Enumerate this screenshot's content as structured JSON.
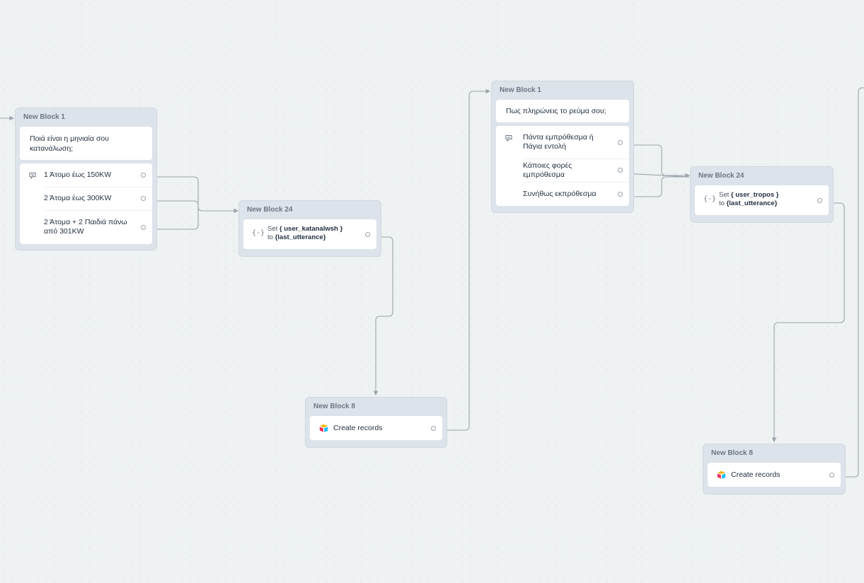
{
  "blocks": {
    "b1": {
      "title": "New Block 1",
      "speak": "Ποιά είναι η μηνιαία σου κατανάλωση;",
      "choices": [
        "1 Άτομο έως 150KW",
        "2 Άτομα έως 300KW",
        "2 Άτομα + 2 Παιδιά πάνω από 301KW"
      ]
    },
    "b24a": {
      "title": "New Block 24",
      "set_label": "Set",
      "variable": "{ user_katanalwsh }",
      "to_label": "to",
      "value": "{last_utterance}"
    },
    "b8a": {
      "title": "New Block 8",
      "action": "Create records"
    },
    "b1b": {
      "title": "New Block 1",
      "speak": "Πως πληρώνεις το ρεύμα σου;",
      "choices": [
        "Πάντα εμπρόθεσμα ή Πάγια εντολή",
        "Κάποιες φορές εμπρόθεσμα",
        "Συνήθως εκπρόθεσμα"
      ]
    },
    "b24b": {
      "title": "New Block 24",
      "set_label": "Set",
      "variable": "{ user_tropos }",
      "to_label": "to",
      "value": "{last_utterance}"
    },
    "b8b": {
      "title": "New Block 8",
      "action": "Create records"
    }
  },
  "icons": {
    "choice": "choice-icon",
    "set": "set-variable-icon",
    "airtable": "airtable-icon",
    "set_glyph": "{-}"
  },
  "colors": {
    "canvas": "#eef2f2",
    "block": "#dde3ea",
    "card": "#ffffff",
    "connector": "#9aa4ae"
  }
}
